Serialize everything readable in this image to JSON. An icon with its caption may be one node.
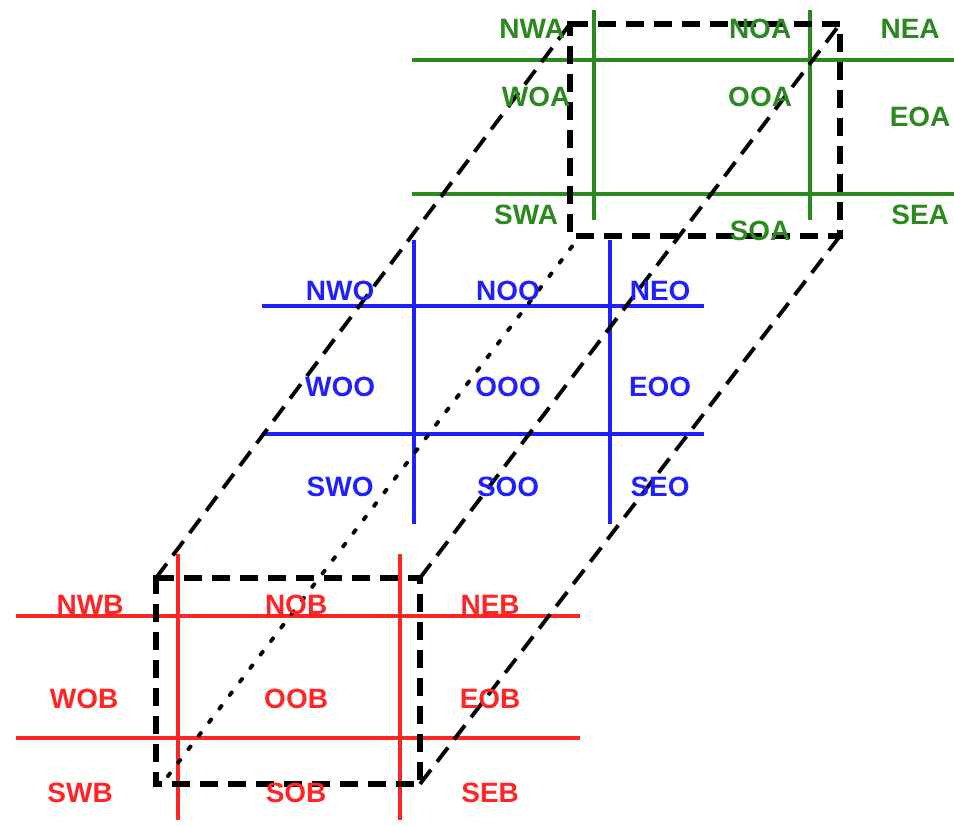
{
  "diagram": {
    "labels": [
      "NWA",
      "NOA",
      "NEA",
      "WOA",
      "OOA",
      "EOA",
      "SWA",
      "SOA",
      "SEA",
      "NWO",
      "NOO",
      "NEO",
      "WOO",
      "OOO",
      "EOO",
      "SWO",
      "SOO",
      "SEO",
      "NWB",
      "NOB",
      "NEB",
      "WOB",
      "OOB",
      "EOB",
      "SWB",
      "SOB",
      "SEB"
    ]
  }
}
